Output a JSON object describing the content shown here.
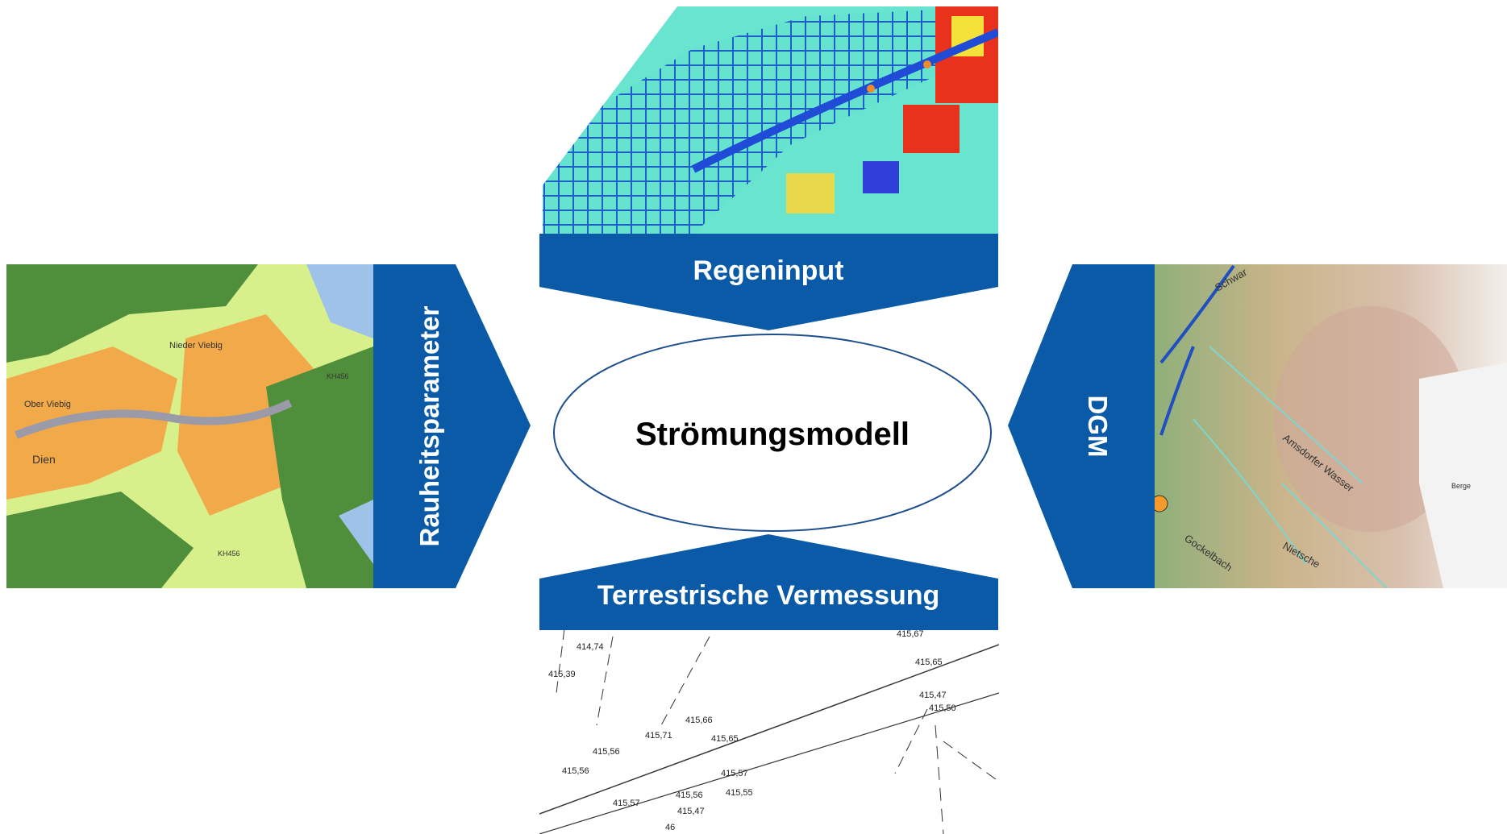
{
  "colors": {
    "arrow_blue": "#0b5aa8",
    "ellipse_stroke": "#1f4e8c"
  },
  "center": {
    "label": "Strömungsmodell"
  },
  "inputs": {
    "top": {
      "label": "Regeninput",
      "image": "rain-raster-map-image"
    },
    "bottom": {
      "label": "Terrestrische Vermessung",
      "image": "survey-plan-image"
    },
    "left": {
      "label": "Rauheitsparameter",
      "image": "land-use-map-image"
    },
    "right": {
      "label": "DGM",
      "image": "terrain-relief-map-image"
    }
  },
  "survey_values": [
    "414,74",
    "415,39",
    "415,67",
    "415,65",
    "415,47",
    "415,50",
    "415,66",
    "415,71",
    "415,65",
    "415,56",
    "415,56",
    "415,57",
    "415,56",
    "415,57",
    "415,47",
    "415,55",
    "46"
  ],
  "map_labels": {
    "left": [
      "Nieder Viebig",
      "Ober Viebig",
      "KH456",
      "KH456",
      "Dien"
    ],
    "right": [
      "Schwar",
      "Amsdorfer Wasser",
      "Nietsche",
      "Gockelbach",
      "Berge"
    ]
  }
}
